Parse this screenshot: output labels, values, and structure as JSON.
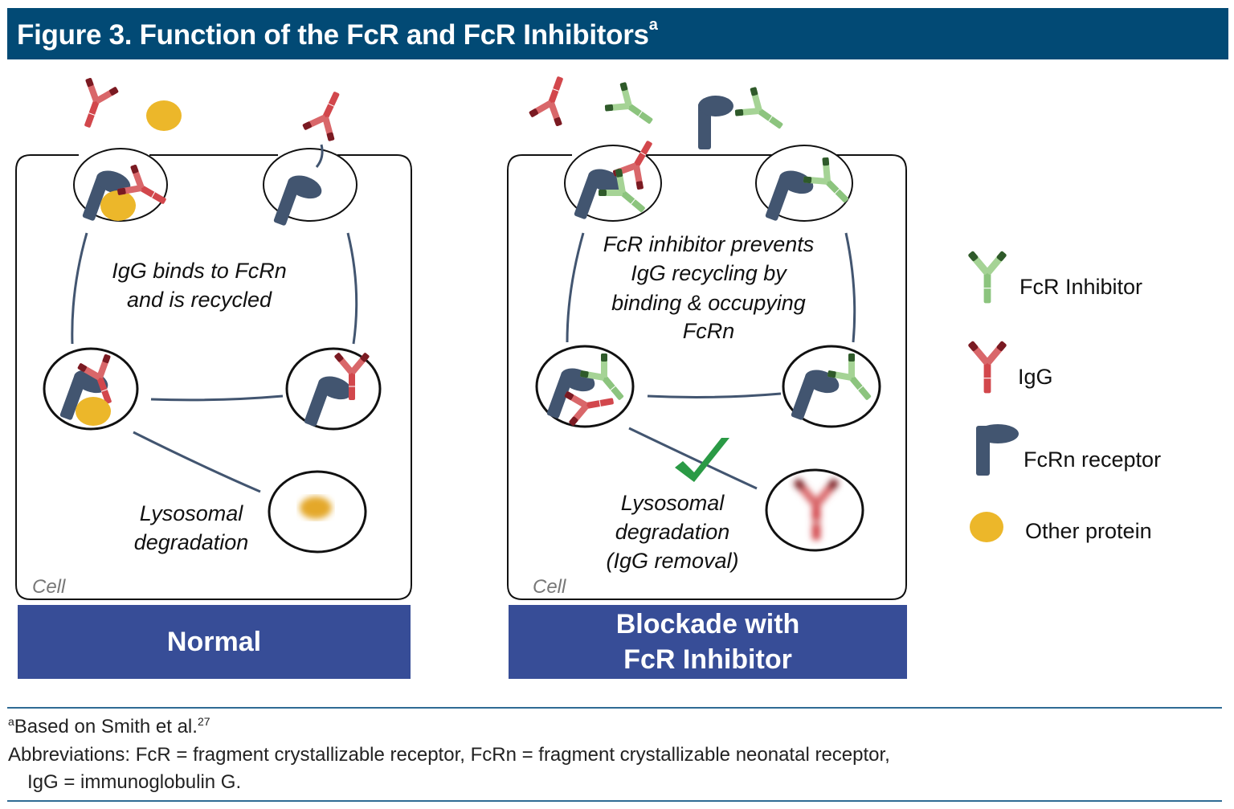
{
  "figure": {
    "title": "Figure 3. Function of the FcR and FcR Inhibitors",
    "title_superscript": "a"
  },
  "panels": [
    {
      "id": "normal",
      "label": "Normal",
      "cell_label": "Cell",
      "recycle_text": [
        "IgG binds to FcRn",
        "and is recycled"
      ],
      "degradation_text": [
        "Lysosomal",
        "degradation"
      ]
    },
    {
      "id": "blockade",
      "label_lines": [
        "Blockade with",
        "FcR Inhibitor"
      ],
      "cell_label": "Cell",
      "recycle_text": [
        "FcR inhibitor prevents",
        "IgG recycling by",
        "binding & occupying",
        "FcRn"
      ],
      "degradation_text": [
        "Lysosomal",
        "degradation",
        "(IgG removal)"
      ],
      "check_icon": "checkmark-icon"
    }
  ],
  "legend": [
    {
      "icon": "fcr-inhibitor-antibody-icon",
      "label": "FcR Inhibitor",
      "color": "#8cc47e"
    },
    {
      "icon": "igg-antibody-icon",
      "label": "IgG",
      "color": "#d2474c"
    },
    {
      "icon": "fcrn-receptor-icon",
      "label": "FcRn receptor",
      "color": "#425570"
    },
    {
      "icon": "other-protein-icon",
      "label": "Other protein",
      "color": "#ecb72a"
    }
  ],
  "colors": {
    "title_bar": "#024a75",
    "panel_label_bg": "#374d97",
    "igg": "#d2474c",
    "igg_dark": "#7a1a22",
    "inhibitor": "#8cc47e",
    "inhibitor_dark": "#2f5a2a",
    "receptor": "#425570",
    "other_protein": "#ecb72a",
    "check": "#2a9a45"
  },
  "footnotes": {
    "source_marker": "a",
    "source": "Based on Smith et al.",
    "source_ref": "27",
    "abbreviations_line1": "Abbreviations: FcR = fragment crystallizable receptor, FcRn = fragment crystallizable neonatal receptor,",
    "abbreviations_line2": "IgG = immunoglobulin G."
  }
}
